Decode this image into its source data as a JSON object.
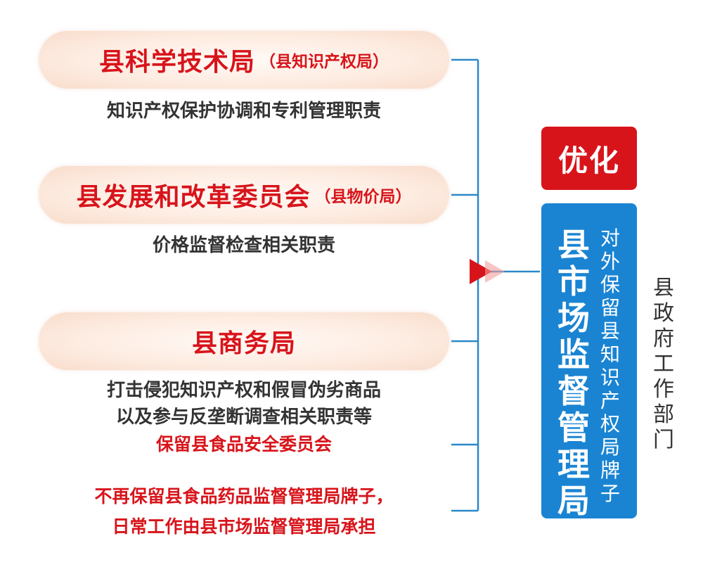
{
  "departments": [
    {
      "title": "县科学技术局",
      "sub": "（县知识产权局）",
      "desc": "知识产权保护协调和专利管理职责"
    },
    {
      "title": "县发展和改革委员会",
      "sub": "（县物价局）",
      "desc": "价格监督检查相关职责"
    },
    {
      "title": "县商务局",
      "sub": "",
      "desc_lines": [
        "打击侵犯知识产权和假冒伪劣商品",
        "以及参与反垄断调查相关职责等"
      ]
    }
  ],
  "notes": {
    "food_committee": "保留县食品安全委员会",
    "food_bureau_line1": "不再保留县食品药品监督管理局牌子，",
    "food_bureau_line2": "日常工作由县市场监督管理局承担"
  },
  "result": {
    "badge": "优化",
    "bureau_name": "县市场监督管理局",
    "external_sign": "对外保留县知识产权局牌子",
    "side_note": "县政府工作部门"
  },
  "colors": {
    "red": "#d8141b",
    "blue": "#1a84d3",
    "line_blue": "#2a88c8",
    "pill_bg": "#fdebe0"
  }
}
